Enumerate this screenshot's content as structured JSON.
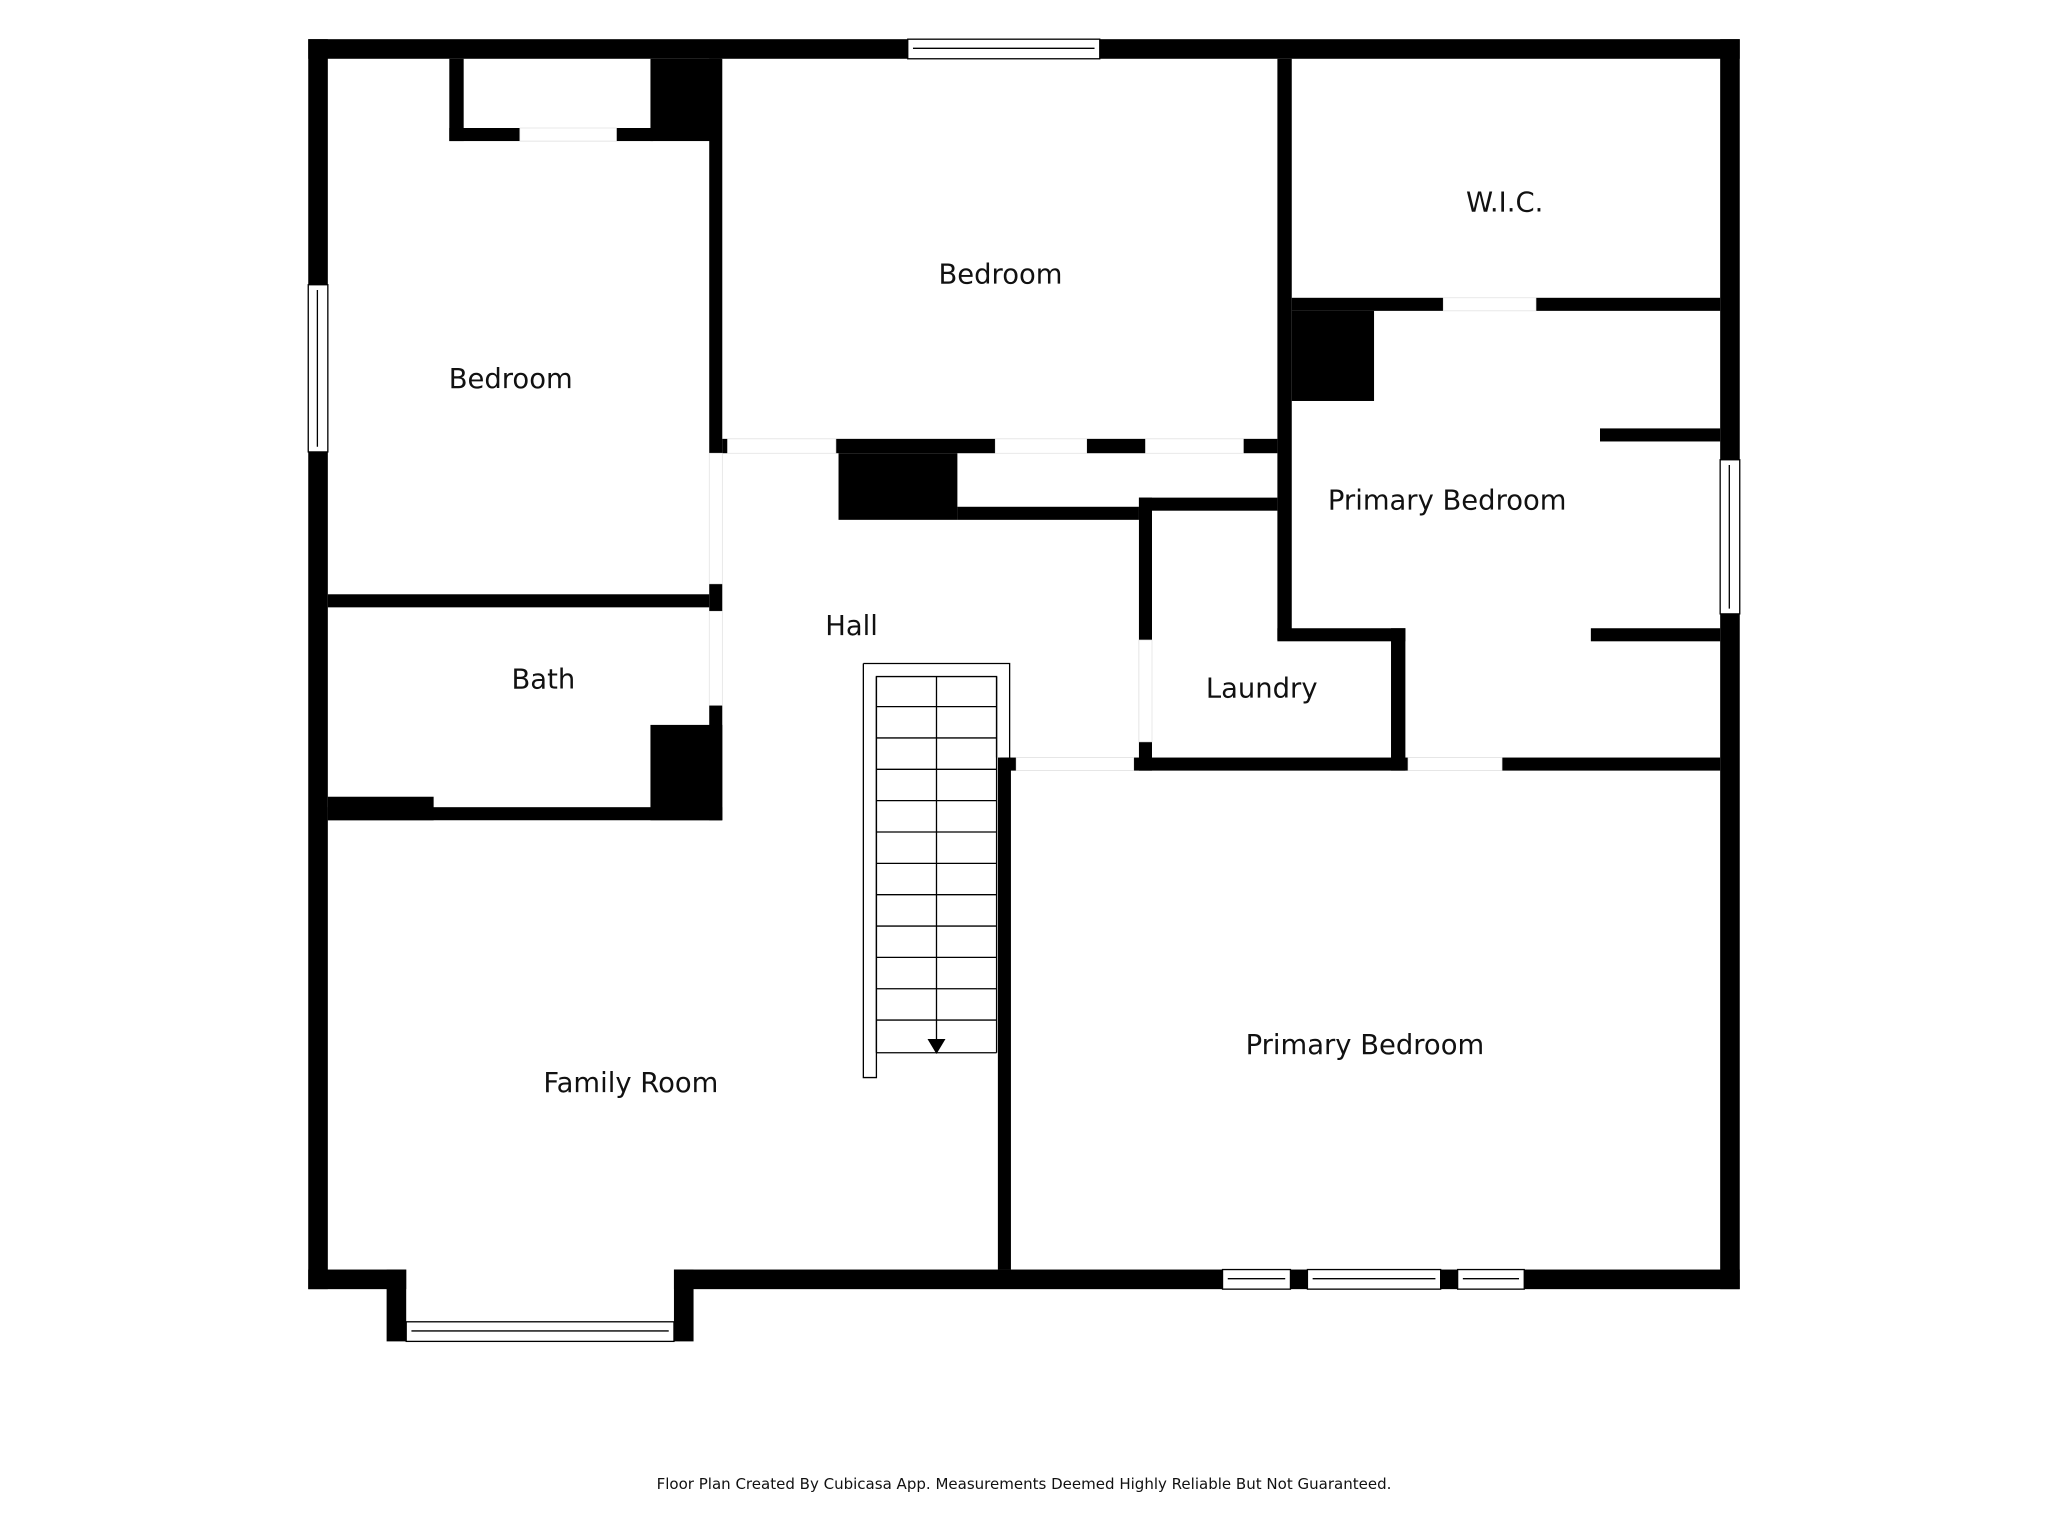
{
  "rooms": {
    "bedroom_left": "Bedroom",
    "bedroom_top": "Bedroom",
    "wic": "W.I.C.",
    "primary_bedroom_upper": "Primary Bedroom",
    "hall": "Hall",
    "bath": "Bath",
    "laundry": "Laundry",
    "family_room": "Family Room",
    "primary_bedroom_lower": "Primary Bedroom"
  },
  "footer": "Floor Plan Created By Cubicasa App. Measurements Deemed Highly Reliable But Not Guaranteed."
}
